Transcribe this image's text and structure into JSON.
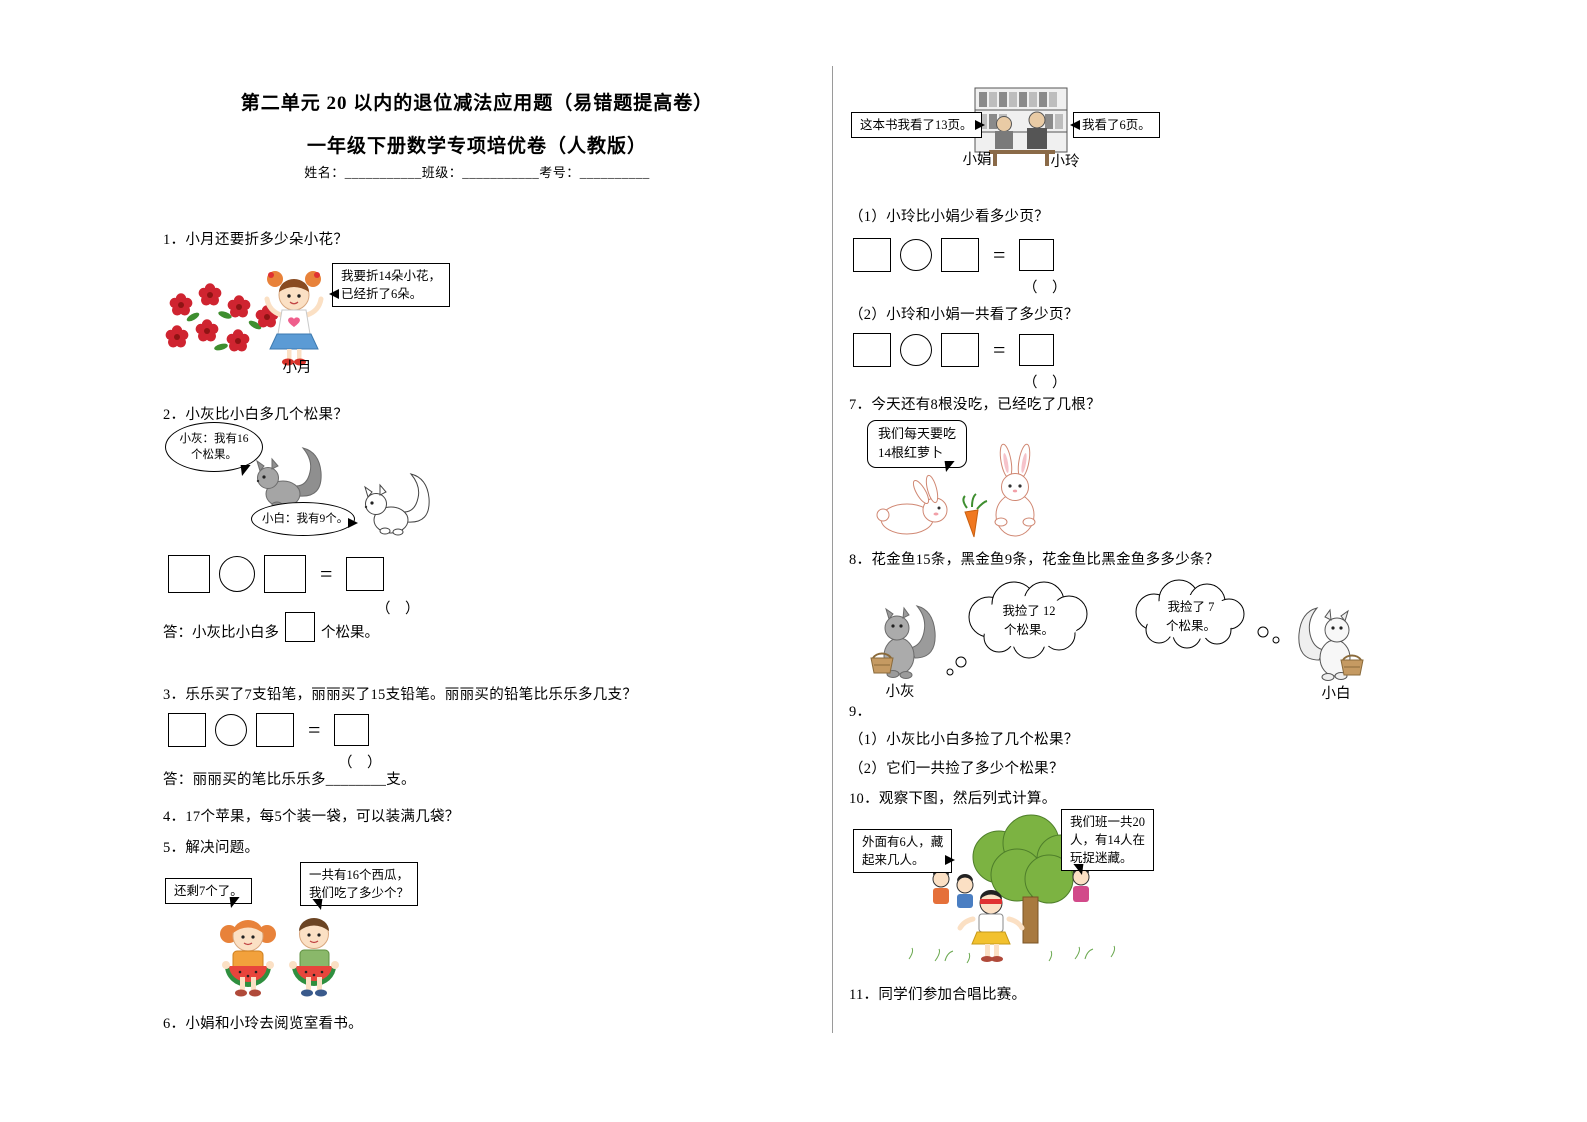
{
  "header": {
    "title": "第二单元 20 以内的退位减法应用题（易错题提高卷）",
    "subtitle": "一年级下册数学专项培优卷（人教版）",
    "info_line": "姓名：___________班级：___________考号：__________"
  },
  "common": {
    "equals": "=",
    "paren": "（　）"
  },
  "left": {
    "q1": {
      "text": "1．小月还要折多少朵小花？",
      "bubble_line1": "我要折14朵小花，",
      "bubble_line2": "已经折了6朵。",
      "girl_label": "小月"
    },
    "q2": {
      "text": "2．小灰比小白多几个松果？",
      "bubble_gray_line1": "小灰：我有16",
      "bubble_gray_line2": "个松果。",
      "bubble_white": "小白：我有9个。",
      "answer_prefix": "答：小灰比小白多",
      "answer_suffix": "个松果。"
    },
    "q3": {
      "text": "3．乐乐买了7支铅笔，丽丽买了15支铅笔。丽丽买的铅笔比乐乐多几支？",
      "answer": "答：丽丽买的笔比乐乐多________支。"
    },
    "q4": {
      "text": "4．17个苹果，每5个装一袋，可以装满几袋？"
    },
    "q5": {
      "text": "5．解决问题。",
      "bubble_left": "还剩7个了。",
      "bubble_right_line1": "一共有16个西瓜，",
      "bubble_right_line2": "我们吃了多少个？"
    },
    "q6": {
      "text": "6．小娟和小玲去阅览室看书。"
    }
  },
  "right": {
    "reading": {
      "bubble_left": "这本书我看了13页。",
      "bubble_right": "我看了6页。",
      "label_left": "小娟",
      "label_right": "小玲"
    },
    "sub1": "（1）小玲比小娟少看多少页？",
    "sub2": "（2）小玲和小娟一共看了多少页？",
    "q7": {
      "text": "7．今天还有8根没吃，已经吃了几根？",
      "bubble_line1": "我们每天要吃",
      "bubble_line2": "14根红萝卜"
    },
    "q8": {
      "text": "8．花金鱼15条，黑金鱼9条，花金鱼比黑金鱼多多少条？",
      "cloud_left_line1": "我捡了 12",
      "cloud_left_line2": "个松果。",
      "cloud_right_line1": "我捡了 7",
      "cloud_right_line2": "个松果。",
      "label_left": "小灰",
      "label_right": "小白"
    },
    "q9": {
      "num": "9．",
      "sub1": "（1）小灰比小白多捡了几个松果？",
      "sub2": "（2）它们一共捡了多少个松果？"
    },
    "q10": {
      "text": "10．观察下图，然后列式计算。",
      "bubble_left_line1": "外面有6人，藏",
      "bubble_left_line2": "起来几人。",
      "bubble_right_line1": "我们班一共20",
      "bubble_right_line2": "人，有14人在",
      "bubble_right_line3": "玩捉迷藏。"
    },
    "q11": {
      "text": "11．同学们参加合唱比赛。"
    }
  }
}
